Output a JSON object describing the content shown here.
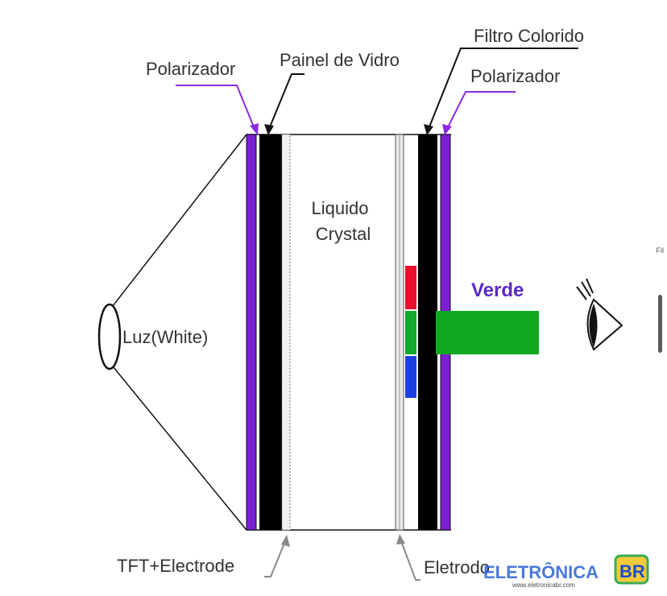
{
  "diagram": {
    "labels": {
      "polarizador_left": "Polarizador",
      "painel_de_vidro": "Painel de Vidro",
      "filtro_colorido": "Filtro Colorido",
      "polarizador_right": "Polarizador",
      "liquido": "Liquido",
      "crystal": "Crystal",
      "verde": "Verde",
      "luz": "Luz(White)",
      "tft_electrode": "TFT+Electrode",
      "eletrodo": "Eletrodo"
    },
    "colors": {
      "polarizer": "#7a1fd1",
      "glass": "#000000",
      "red_filter": "#e8102a",
      "green_filter": "#12a82a",
      "blue_filter": "#1b3fe0",
      "green_beam": "#0fa81f",
      "verde_text": "#5a28c8",
      "polarizer_arrow": "#8a2be2"
    }
  },
  "watermark": {
    "brand": "ELETRÔNICA",
    "brand_suffix": "BR",
    "url": "www.eletronicabr.com"
  },
  "side_label": "Fil"
}
